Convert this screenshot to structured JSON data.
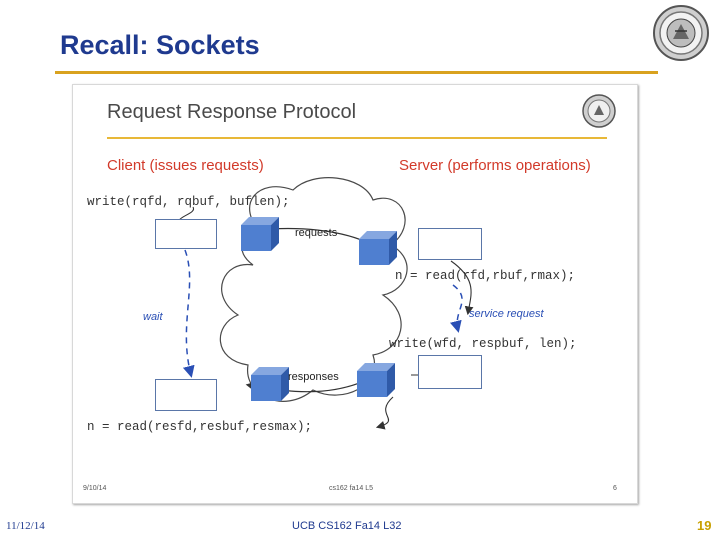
{
  "slide": {
    "title": "Recall: Sockets",
    "date": "11/12/14",
    "course": "UCB CS162 Fa14 L32",
    "page": "19"
  },
  "embedded": {
    "title": "Request Response Protocol",
    "client_heading": "Client (issues requests)",
    "server_heading": "Server (performs operations)",
    "code_write_client": "write(rqfd, rqbuf, buflen);",
    "code_read_server": "n = read(rfd,rbuf,rmax);",
    "code_write_server": "write(wfd, respbuf, len);",
    "code_read_client": "n = read(resfd,resbuf,resmax);",
    "label_requests": "requests",
    "label_responses": "responses",
    "label_wait": "wait",
    "label_service": "service request",
    "footer_left": "9/10/14",
    "footer_center": "cs162 fa14 L5",
    "footer_right": "6"
  },
  "colors": {
    "title": "#1f3a8f",
    "rule": "#d9a21f",
    "heading_red": "#d23a2a",
    "cube": "#3f6fc6",
    "page_num": "#c8a000"
  },
  "icons": [
    "university-seal-icon",
    "university-seal-icon"
  ]
}
